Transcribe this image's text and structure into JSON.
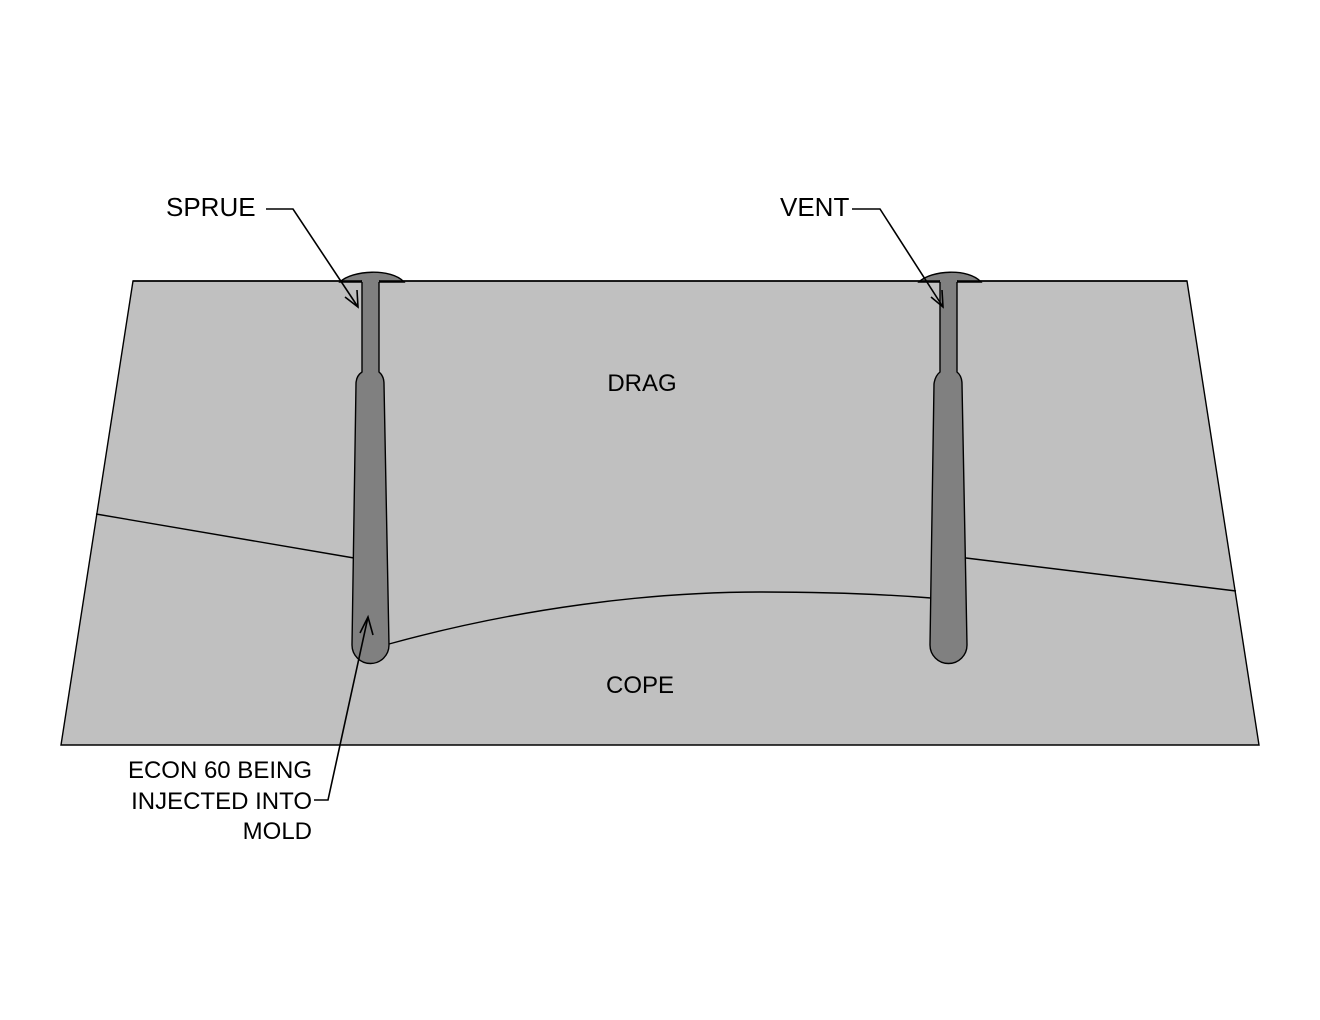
{
  "labels": {
    "sprue": "SPRUE",
    "vent": "VENT",
    "drag": "DRAG",
    "cope": "COPE",
    "injection_line1": "ECON 60 BEING",
    "injection_line2": "INJECTED INTO",
    "injection_line3": "MOLD"
  },
  "colors": {
    "mold": "#c0c0c0",
    "channel": "#808080",
    "outline": "#000000",
    "background": "#ffffff"
  }
}
